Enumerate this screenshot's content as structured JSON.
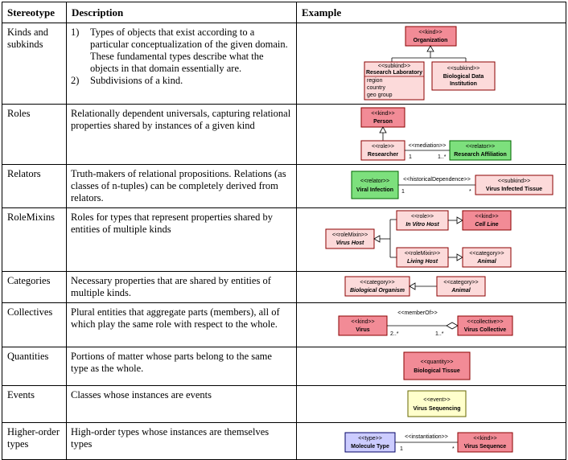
{
  "header": {
    "stereotype": "Stereotype",
    "description": "Description",
    "example": "Example"
  },
  "rows": [
    {
      "stereotype": "Kinds and subkinds",
      "items": [
        {
          "num": "1)",
          "text": "Types of objects that exist according to a particular conceptualization of the given domain. These fundamental types describe what the objects in that domain essentially are."
        },
        {
          "num": "2)",
          "text": "Subdivisions of a kind."
        }
      ],
      "diagram": {
        "organization": {
          "stereo": "<<kind>>",
          "name": "Organization"
        },
        "lab": {
          "stereo": "<<subkind>>",
          "name": "Research Laboratory",
          "attributes": [
            "region",
            "country",
            "geo group"
          ]
        },
        "bdi": {
          "stereo": "<<subkind>>",
          "name_line1": "Biological Data",
          "name_line2": "Institution"
        }
      }
    },
    {
      "stereotype": "Roles",
      "description": "Relationally dependent universals, capturing relational properties shared by instances of a given kind",
      "diagram": {
        "person": {
          "stereo": "<<kind>>",
          "name": "Person"
        },
        "researcher": {
          "stereo": "<<role>>",
          "name": "Researcher"
        },
        "affiliation": {
          "stereo": "<<relator>>",
          "name": "Research Affiliation"
        },
        "assoc": {
          "label": "<<mediation>>",
          "mult_left": "1",
          "mult_right": "1..*"
        }
      }
    },
    {
      "stereotype": "Relators",
      "description": "Truth-makers of relational propositions. Relations (as classes of n-tuples) can be completely derived from relators.",
      "diagram": {
        "infection": {
          "stereo": "<<relator>>",
          "name": "Viral Infection"
        },
        "tissue": {
          "stereo": "<<subkind>>",
          "name": "Virus Infected Tissue"
        },
        "assoc": {
          "label": "<<historicalDependence>>",
          "mult_left": "1",
          "mult_right": "*"
        }
      }
    },
    {
      "stereotype": "RoleMixins",
      "description": "Roles for types that represent properties shared by entities of multiple kinds",
      "diagram": {
        "virushost": {
          "stereo": "<<roleMixin>>",
          "name": "Virus Host"
        },
        "invitro": {
          "stereo": "<<role>>",
          "name": "In Vitro Host"
        },
        "living": {
          "stereo": "<<roleMixin>>",
          "name": "Living Host"
        },
        "cellline": {
          "stereo": "<<kind>>",
          "name": "Cell Line"
        },
        "animal": {
          "stereo": "<<category>>",
          "name": "Animal"
        }
      }
    },
    {
      "stereotype": "Categories",
      "description": "Necessary properties that are shared by entities of multiple kinds.",
      "diagram": {
        "bioorg": {
          "stereo": "<<category>>",
          "name": "Biological Organism"
        },
        "animal": {
          "stereo": "<<category>>",
          "name": "Animal"
        }
      }
    },
    {
      "stereotype": "Collectives",
      "description": "Plural entities that aggregate parts (members), all of which play the same role with respect to the whole.",
      "diagram": {
        "virus": {
          "stereo": "<<kind>>",
          "name": "Virus"
        },
        "collective": {
          "stereo": "<<collective>>",
          "name": "Virus Collective"
        },
        "assoc": {
          "label": "<<memberOf>>",
          "mult_left": "2..*",
          "mult_right": "1..*"
        }
      }
    },
    {
      "stereotype": "Quantities",
      "description": "Portions of matter whose parts belong to the same type as the whole.",
      "diagram": {
        "tissue": {
          "stereo": "<<quantity>>",
          "name": "Biological Tissue"
        }
      }
    },
    {
      "stereotype": "Events",
      "description": "Classes whose instances are events",
      "diagram": {
        "sequencing": {
          "stereo": "<<event>>",
          "name": "Virus Sequencing"
        }
      }
    },
    {
      "stereotype": "Higher-order types",
      "description": "High-order types whose instances are themselves types",
      "diagram": {
        "moltype": {
          "stereo": "<<type>>",
          "name": "Molecule Type"
        },
        "vseq": {
          "stereo": "<<kind>>",
          "name": "Virus Sequence"
        },
        "assoc": {
          "label": "<<instantiation>>",
          "mult_left": "1",
          "mult_right": "*"
        }
      }
    }
  ],
  "colors": {
    "kind": "#f28b96",
    "subkind": "#fcdada",
    "relator": "#7de07d",
    "category": "#fcdada",
    "quantity": "#f28b96",
    "event": "#ffffcc",
    "type": "#ccccff",
    "border": "#8b0000"
  }
}
